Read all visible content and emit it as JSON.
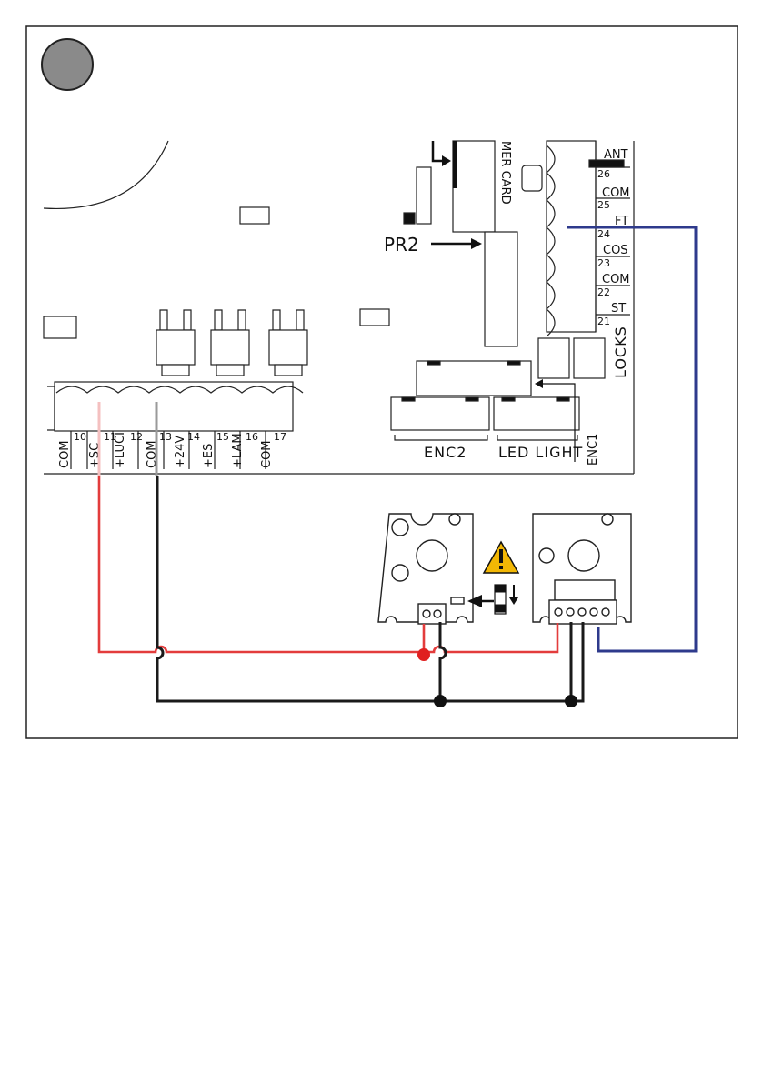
{
  "board": {
    "pr2_label": "PR2",
    "card_label": "MER CARD",
    "locks_label": "LOCKS",
    "enc1_label": "ENC1",
    "enc2_label": "ENC2",
    "led_light_label": "LED LIGHT"
  },
  "terminals_right": [
    {
      "number": "26",
      "label": "ANT"
    },
    {
      "number": "25",
      "label": "COM"
    },
    {
      "number": "24",
      "label": "FT"
    },
    {
      "number": "23",
      "label": "COS"
    },
    {
      "number": "22",
      "label": "COM"
    },
    {
      "number": "21",
      "label": "ST"
    }
  ],
  "terminals_bottom": [
    {
      "number": "",
      "label": "COM"
    },
    {
      "number": "10",
      "label": "+SC"
    },
    {
      "number": "11",
      "label": "+LUCI"
    },
    {
      "number": "12",
      "label": "COM"
    },
    {
      "number": "13",
      "label": "+24V"
    },
    {
      "number": "14",
      "label": "+ES"
    },
    {
      "number": "15",
      "label": "+LAM"
    },
    {
      "number": "16",
      "label": "COM"
    },
    {
      "number": "17",
      "label": ""
    }
  ],
  "wire_colors": {
    "red": "#e33c3c",
    "black": "#1a1a1a",
    "blue": "#2e3a8c",
    "gray": "#9a9a9a",
    "warning": "#f2b705"
  }
}
